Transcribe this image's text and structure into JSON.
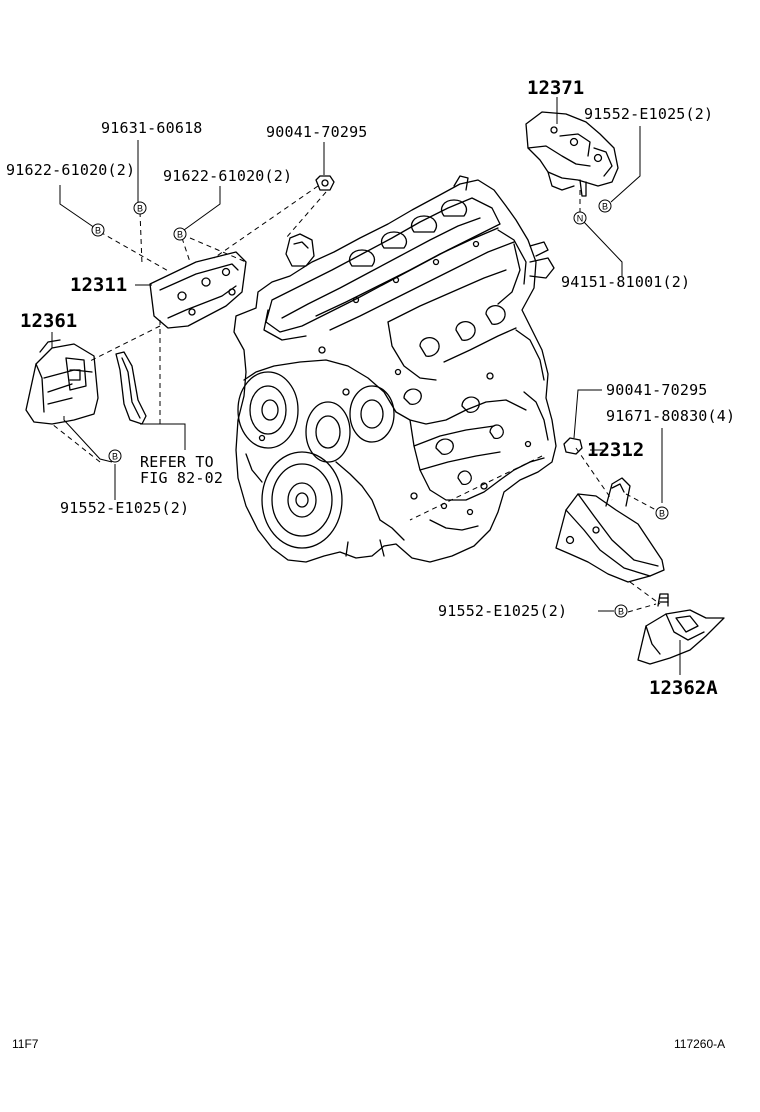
{
  "callouts": {
    "p12371": "12371",
    "p91552_top": "91552-E1025(2)",
    "p94151": "94151-81001(2)",
    "p91631": "91631-60618",
    "p90041_top": "90041-70295",
    "p91622_left": "91622-61020(2)",
    "p91622_right": "91622-61020(2)",
    "p12311": "12311",
    "p12361": "12361",
    "refer_line1": "REFER TO",
    "refer_line2": "FIG 82-02",
    "p91552_left": "91552-E1025(2)",
    "p90041_right": "90041-70295",
    "p91671": "91671-80830(4)",
    "p12312": "12312",
    "p91552_bottom": "91552-E1025(2)",
    "p12362A": "12362A"
  },
  "markers": {
    "bolt": "B",
    "nut": "N"
  },
  "footer": {
    "left_code": "11F7",
    "right_code": "117260-A"
  }
}
